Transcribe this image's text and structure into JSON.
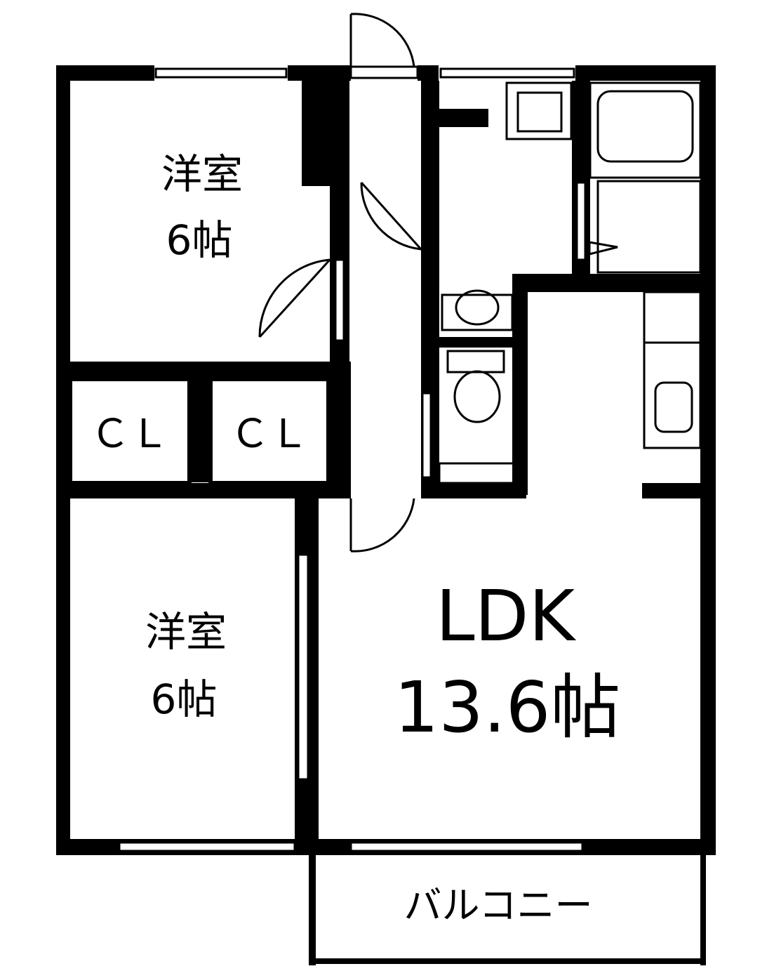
{
  "rooms": {
    "western_room_top": {
      "name": "洋室",
      "size": "6帖"
    },
    "closet_left": {
      "label": "ＣＬ"
    },
    "closet_right": {
      "label": "ＣＬ"
    },
    "western_room_bottom": {
      "name": "洋室",
      "size": "6帖"
    },
    "ldk": {
      "name": "LDK",
      "size": "13.6帖"
    },
    "balcony": {
      "name": "バルコニー"
    }
  }
}
